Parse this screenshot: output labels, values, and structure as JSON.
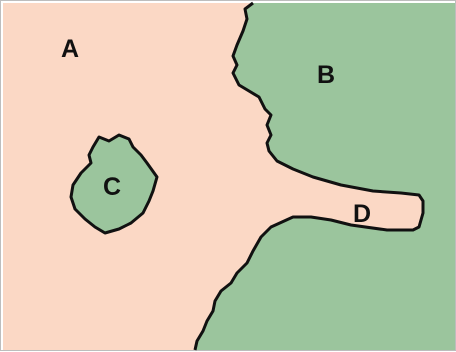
{
  "map": {
    "colors": {
      "land_a": "#fbd8c5",
      "region_green": "#9bc59d",
      "outline": "#111111"
    },
    "regions": [
      {
        "id": "A",
        "label": "A"
      },
      {
        "id": "B",
        "label": "B"
      },
      {
        "id": "C",
        "label": "C"
      },
      {
        "id": "D",
        "label": "D"
      }
    ]
  }
}
